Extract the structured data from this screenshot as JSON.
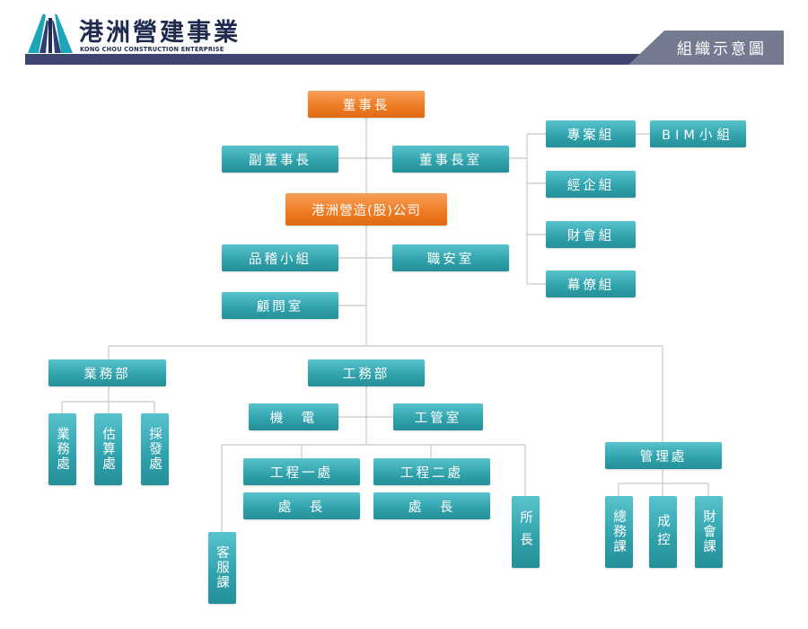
{
  "header": {
    "company_name": "港洲營建事業",
    "company_name_en": "KONG CHOU CONSTRUCTION ENTERPRISE",
    "page_title": "組織示意圖"
  },
  "colors": {
    "primary_box": "#2fa1ab",
    "highlight_box": "#ee7b22",
    "header_bar": "#3e4570",
    "header_tab": "#747a90",
    "line": "#c8c8c8"
  },
  "org": {
    "chairman": "董事長",
    "vice_chairman": "副董事長",
    "chairman_office": "董事長室",
    "project_group": "專案組",
    "bim_group": "BIM小組",
    "business_planning_group": "經企組",
    "finance_accounting_group": "財會組",
    "staff_group": "幕僚組",
    "company": "港洲營造(股)公司",
    "quality_audit_group": "品稽小組",
    "safety_office": "職安室",
    "advisor_office": "顧問室",
    "business_dept": "業務部",
    "business_section": "業務處",
    "estimation_section": "估算處",
    "procurement_section": "採發處",
    "engineering_dept": "工務部",
    "mech_elec": "機　電",
    "site_management_office": "工管室",
    "engineering_div_1": "工程一處",
    "engineering_div_2": "工程二處",
    "division_head_1": "處　長",
    "division_head_2": "處　長",
    "customer_service": "客服課",
    "site_manager": "所長",
    "management_dept": "管理處",
    "general_affairs": "總務課",
    "cost_control": "成控",
    "finance_section": "財會課"
  }
}
